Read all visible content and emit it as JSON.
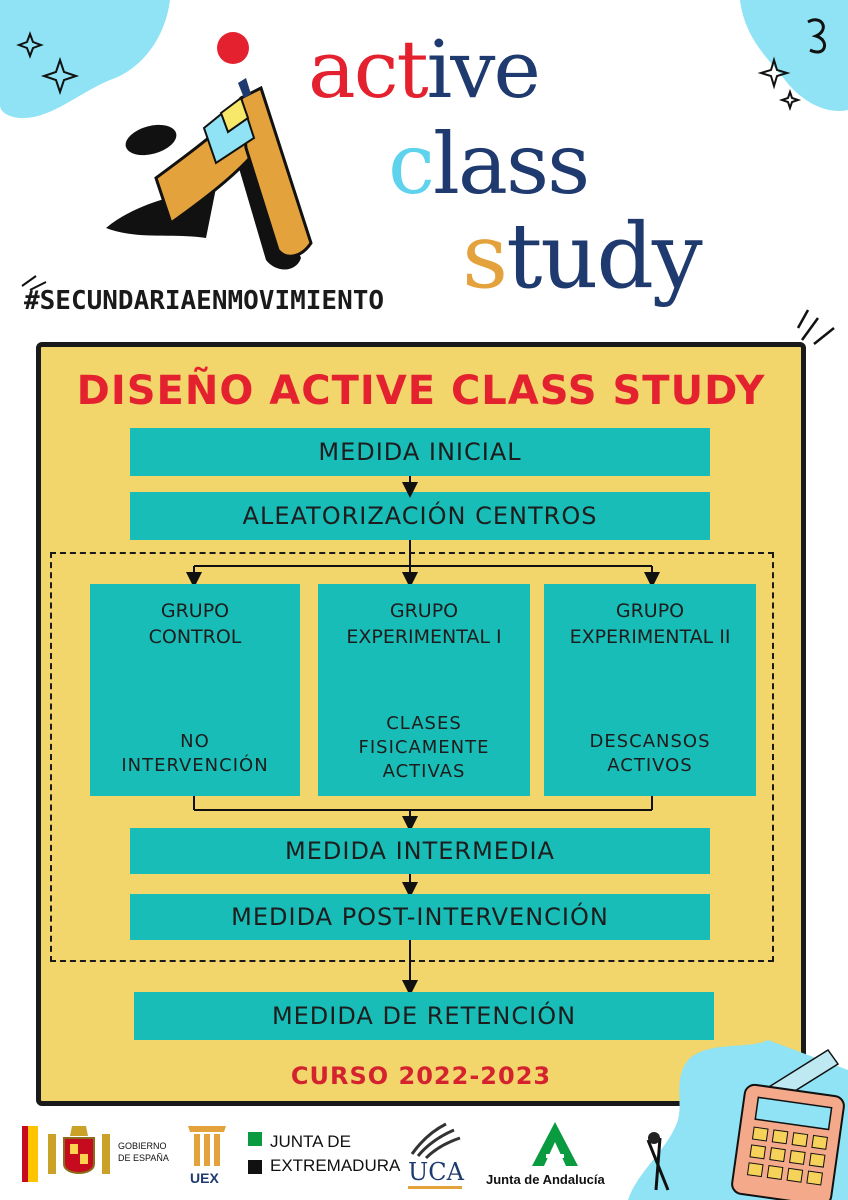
{
  "logo": {
    "word1": "active",
    "word2": "class",
    "word3": "study",
    "hashtag": "#SECUNDARIAENMOVIMIENTO"
  },
  "diagram": {
    "title": "DISEÑO ACTIVE CLASS STUDY",
    "medida_inicial": "MEDIDA INICIAL",
    "aleatorizacion": "ALEATORIZACIÓN CENTROS",
    "groups": [
      {
        "title_line1": "GRUPO",
        "title_line2": "CONTROL",
        "body_line1": "NO",
        "body_line2": "INTERVENCIÓN",
        "body_line3": ""
      },
      {
        "title_line1": "GRUPO",
        "title_line2": "EXPERIMENTAL I",
        "body_line1": "CLASES",
        "body_line2": "FISICAMENTE",
        "body_line3": "ACTIVAS"
      },
      {
        "title_line1": "GRUPO",
        "title_line2": "EXPERIMENTAL II",
        "body_line1": "DESCANSOS",
        "body_line2": "ACTIVOS",
        "body_line3": ""
      }
    ],
    "medida_intermedia": "MEDIDA INTERMEDIA",
    "medida_post": "MEDIDA POST-INTERVENCIÓN",
    "medida_retencion": "MEDIDA DE RETENCIÓN",
    "curso": "CURSO 2022-2023"
  },
  "sponsors": {
    "gobierno_line1": "GOBIERNO",
    "gobierno_line2": "DE ESPAÑA",
    "uex_label": "UEX",
    "junta_ext_line1": "JUNTA DE",
    "junta_ext_line2": "EXTREMADURA",
    "uca_label": "UCA",
    "junta_and": "Junta de Andalucía"
  },
  "colors": {
    "teal": "#18bdb7",
    "yellow": "#f2d56b",
    "red": "#e4222f",
    "navy": "#1f3a6e",
    "cyan": "#5fd3ee",
    "orange": "#e3a23b"
  }
}
